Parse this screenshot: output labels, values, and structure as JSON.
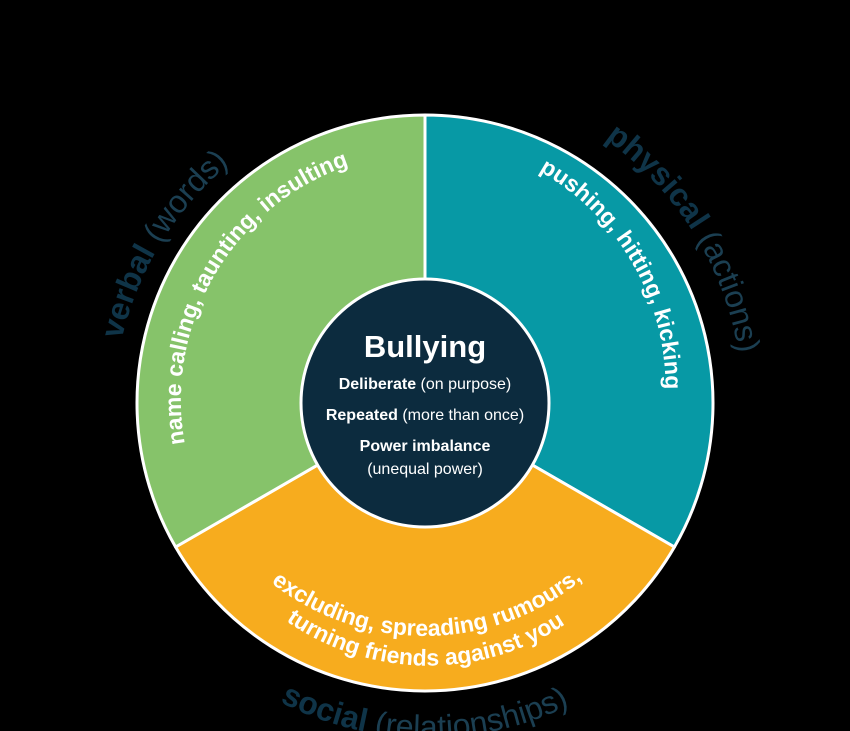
{
  "center": {
    "title": "Bullying",
    "criteria": [
      {
        "bold": "Deliberate",
        "rest": " (on purpose)"
      },
      {
        "bold": "Repeated",
        "rest": " (more than once)"
      },
      {
        "bold": "Power imbalance",
        "rest": ""
      }
    ],
    "extra_line": "(unequal power)"
  },
  "segments": {
    "verbal": {
      "type": "verbal",
      "type_note": " (words)",
      "examples": "name calling, taunting, insulting",
      "color": "#86c36a"
    },
    "physical": {
      "type": "physical",
      "type_note": " (actions)",
      "examples": "pushing, hitting, kicking",
      "color": "#0799a5"
    },
    "social": {
      "type": "social",
      "type_note": " (relationships)",
      "examples_line1": "excluding, spreading rumours,",
      "examples_line2": "turning friends against you",
      "color": "#f7ac1e"
    }
  },
  "colors": {
    "background": "#000000",
    "center_fill": "#0c2b3e",
    "outer_label_bold": "#0f3448",
    "outer_label_light": "#1b3f52",
    "divider": "#ffffff"
  }
}
